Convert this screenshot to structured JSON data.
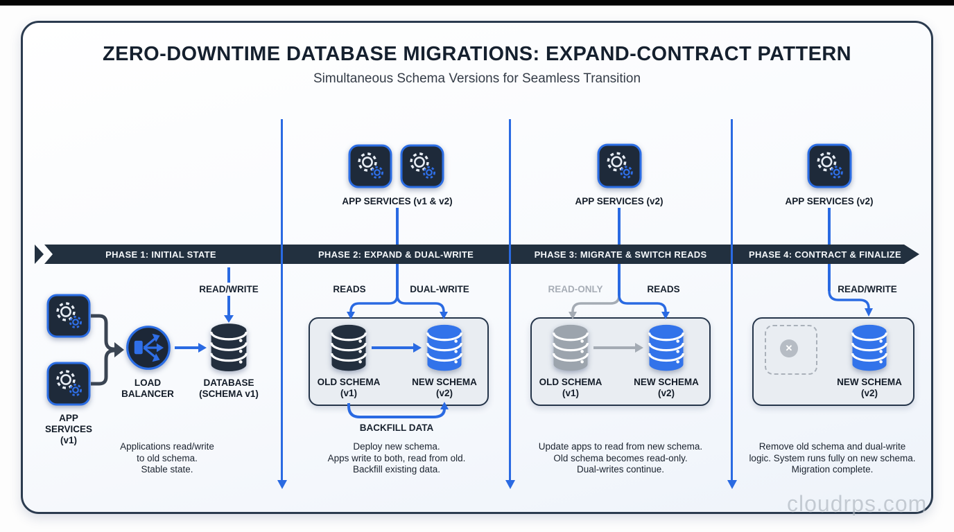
{
  "header": {
    "title": "ZERO-DOWNTIME DATABASE MIGRATIONS: EXPAND-CONTRACT PATTERN",
    "subtitle": "Simultaneous Schema Versions for Seamless Transition"
  },
  "timeline": {
    "phases": [
      {
        "label": "PHASE 1: INITIAL STATE"
      },
      {
        "label": "PHASE 2: EXPAND & DUAL-WRITE"
      },
      {
        "label": "PHASE 3: MIGRATE & SWITCH READS"
      },
      {
        "label": "PHASE 4: CONTRACT & FINALIZE"
      }
    ]
  },
  "phase1": {
    "app_services": {
      "line1": "APP",
      "line2": "SERVICES",
      "line3": "(v1)"
    },
    "load_balancer": {
      "line1": "LOAD",
      "line2": "BALANCER"
    },
    "database": {
      "line1": "DATABASE",
      "line2": "(SCHEMA v1)"
    },
    "flow_label": "READ/WRITE",
    "description": {
      "line1": "Applications read/write",
      "line2": "to old schema.",
      "line3": "Stable state."
    }
  },
  "phase2": {
    "app_services_label": "APP SERVICES (v1 & v2)",
    "reads_label": "READS",
    "dual_write_label": "DUAL-WRITE",
    "old_schema": {
      "line1": "OLD SCHEMA",
      "line2": "(v1)"
    },
    "new_schema": {
      "line1": "NEW SCHEMA",
      "line2": "(v2)"
    },
    "backfill_label": "BACKFILL DATA",
    "description": {
      "line1": "Deploy new schema.",
      "line2": "Apps write to both, read from old.",
      "line3": "Backfill existing data."
    }
  },
  "phase3": {
    "app_services_label": "APP SERVICES (v2)",
    "read_only_label": "READ-ONLY",
    "reads_label": "READS",
    "old_schema": {
      "line1": "OLD SCHEMA",
      "line2": "(v1)"
    },
    "new_schema": {
      "line1": "NEW SCHEMA",
      "line2": "(v2)"
    },
    "description": {
      "line1": "Update apps to read from new schema.",
      "line2": "Old schema becomes read-only.",
      "line3": "Dual-writes continue."
    }
  },
  "phase4": {
    "app_services_label": "APP SERVICES (v2)",
    "flow_label": "READ/WRITE",
    "new_schema": {
      "line1": "NEW SCHEMA",
      "line2": "(v2)"
    },
    "description": {
      "line1": "Remove old schema and dual-write",
      "line2": "logic. System runs fully on new schema.",
      "line3": "Migration complete."
    }
  },
  "watermark": "cloudrps.com",
  "colors": {
    "accent_blue": "#2a6ae2",
    "navy": "#22303f",
    "db_blue": "#3273ea",
    "gray": "#9ca4ad"
  }
}
